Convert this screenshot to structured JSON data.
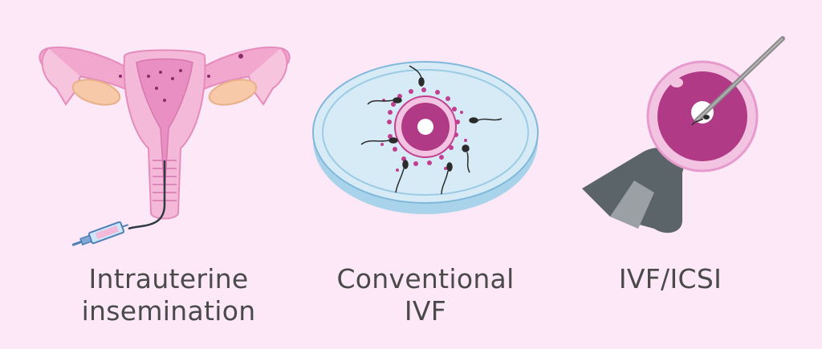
{
  "colors": {
    "background": "#fce8f6",
    "uterus": "#f2a7cf",
    "egg": "#b03a86",
    "dish": "#cfe6f3",
    "needle": "#8a8a8a",
    "pipette": "#5b6468"
  },
  "panels": [
    {
      "id": "iui",
      "caption_lines": [
        "Intrauterine",
        "insemination"
      ]
    },
    {
      "id": "ivf",
      "caption_lines": [
        "Conventional",
        "IVF"
      ]
    },
    {
      "id": "icsi",
      "caption_lines": [
        "IVF/ICSI"
      ]
    }
  ]
}
